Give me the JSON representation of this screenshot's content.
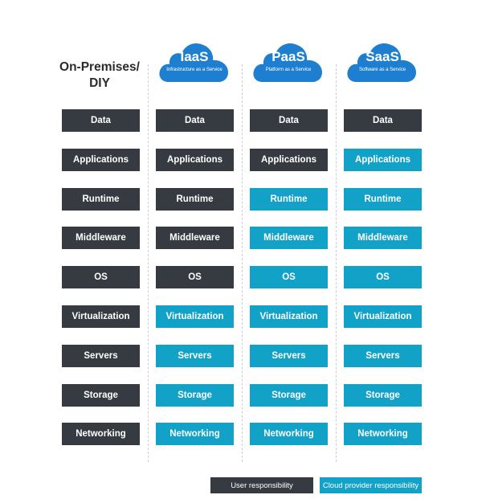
{
  "on_premises": {
    "line1": "On-Premises/",
    "line2": "DIY"
  },
  "clouds": [
    {
      "title": "IaaS",
      "subtitle": "Infrastructure as a Service"
    },
    {
      "title": "PaaS",
      "subtitle": "Platform as a Service"
    },
    {
      "title": "SaaS",
      "subtitle": "Software as a Service"
    }
  ],
  "layers": [
    "Data",
    "Applications",
    "Runtime",
    "Middleware",
    "OS",
    "Virtualization",
    "Servers",
    "Storage",
    "Networking"
  ],
  "columns": [
    {
      "name": "on-premises",
      "provider_layers_count": 0
    },
    {
      "name": "iaas",
      "provider_layers_count": 4
    },
    {
      "name": "paas",
      "provider_layers_count": 7
    },
    {
      "name": "saas",
      "provider_layers_count": 8
    }
  ],
  "legend": {
    "user": "User responsibility",
    "provider": "Cloud provider responsibility"
  },
  "colors": {
    "user": "#353b40",
    "provider": "#13a2c7",
    "cloud": "#1e7fd0"
  }
}
